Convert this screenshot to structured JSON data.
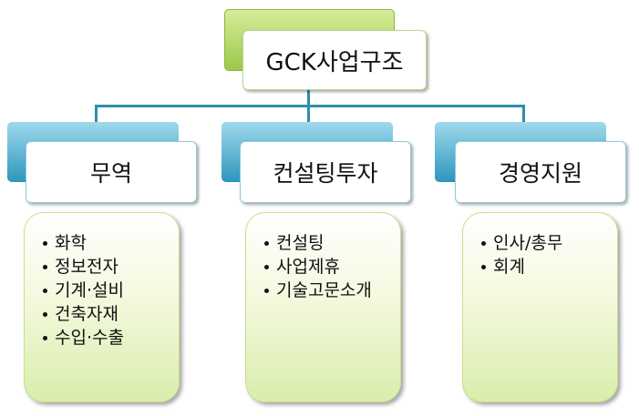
{
  "root": {
    "label": "GCK사업구조"
  },
  "categories": [
    {
      "label": "무역",
      "items": [
        "화학",
        "정보전자",
        "기계·설비",
        "건축자재",
        "수입·수출"
      ]
    },
    {
      "label": "컨설팅투자",
      "items": [
        "컨설팅",
        "사업제휴",
        "기술고문소개"
      ]
    },
    {
      "label": "경영지원",
      "items": [
        "인사/총무",
        "회계"
      ]
    }
  ]
}
